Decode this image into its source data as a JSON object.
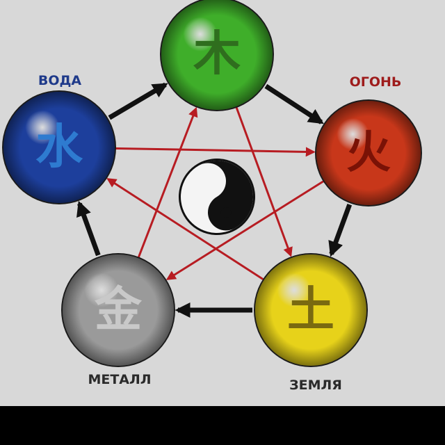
{
  "colors": {
    "background": "#d8d8d8",
    "generating_arrow": "#111111",
    "controlling_arrow": "#b71c22",
    "label_blue": "#1f3a8a",
    "label_red": "#9e1c1c",
    "label_dark": "#2a2a2a"
  },
  "center": {
    "icon": "yin-yang-icon"
  },
  "elements": [
    {
      "id": "wood",
      "glyph": "木",
      "label": "",
      "color": "#3fae2a",
      "glyph_color": "#2f6e1e"
    },
    {
      "id": "fire",
      "glyph": "火",
      "label": "ОГОНЬ",
      "color": "#c8371a",
      "glyph_color": "#7a1206"
    },
    {
      "id": "earth",
      "glyph": "土",
      "label": "ЗЕМЛЯ",
      "color": "#e7d21a",
      "glyph_color": "#7a6a10"
    },
    {
      "id": "metal",
      "glyph": "金",
      "label": "МЕТАЛЛ",
      "color": "#9a9a9a",
      "glyph_color": "#c9c9c9"
    },
    {
      "id": "water",
      "glyph": "水",
      "label": "ВОДА",
      "color": "#1d3f9c",
      "glyph_color": "#2e7bd0"
    }
  ],
  "cycles": {
    "generating": [
      [
        "wood",
        "fire"
      ],
      [
        "fire",
        "earth"
      ],
      [
        "earth",
        "metal"
      ],
      [
        "metal",
        "water"
      ],
      [
        "water",
        "wood"
      ]
    ],
    "controlling": [
      [
        "wood",
        "earth"
      ],
      [
        "earth",
        "water"
      ],
      [
        "water",
        "fire"
      ],
      [
        "fire",
        "metal"
      ],
      [
        "metal",
        "wood"
      ]
    ]
  }
}
